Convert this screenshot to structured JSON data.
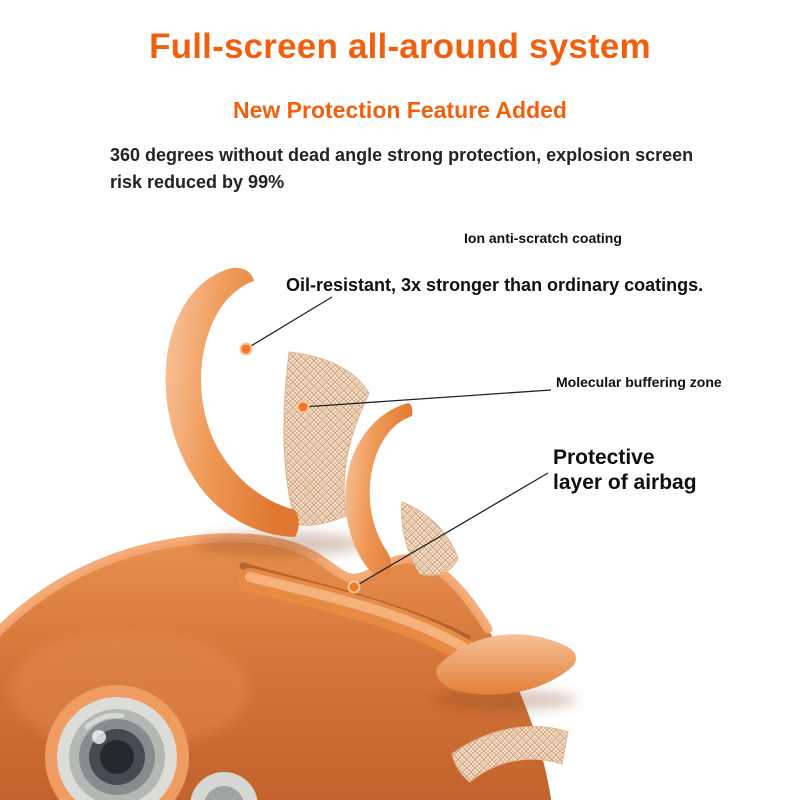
{
  "header": {
    "title": "Full-screen all-around system",
    "subtitle": "New Protection Feature Added",
    "description": "360 degrees without dead angle strong protection, explosion screen risk reduced by 99%"
  },
  "callouts": {
    "ion_coating": "Ion anti-scratch coating",
    "oil_resistant": "Oil-resistant, 3x stronger than ordinary coatings.",
    "molecular_buffer": "Molecular buffering zone",
    "airbag": "Protective\nlayer of airbag"
  },
  "colors": {
    "accent_orange": "#f1600e",
    "text_dark": "#232323",
    "case_orange": "#d4763a",
    "flap_light_orange": "#f9c7a0",
    "mesh_tan": "#cf9f78",
    "callout_dot": "#f0782a",
    "callout_line": "#222222",
    "background": "#ffffff"
  }
}
